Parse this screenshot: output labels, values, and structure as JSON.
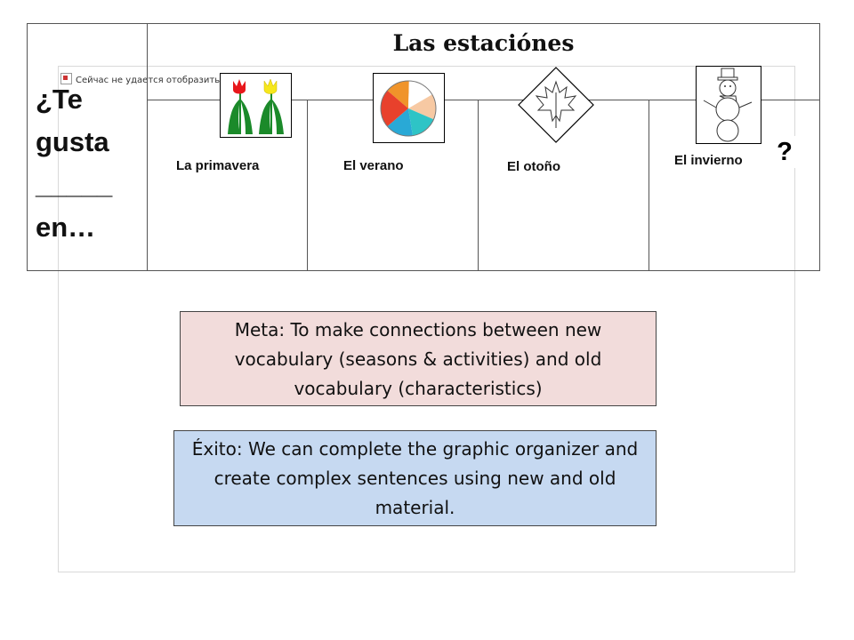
{
  "broken_image": {
    "text": "Сейчас не удается отобразить р"
  },
  "table": {
    "question_text": "¿Te\ngusta\n_____\nen…",
    "title": "Las estaciónes",
    "seasons": [
      {
        "label": "La primavera",
        "icon": "tulips-icon"
      },
      {
        "label": "El verano",
        "icon": "beach-ball-icon"
      },
      {
        "label": "El otoño",
        "icon": "maple-leaf-icon"
      },
      {
        "label": "El invierno",
        "icon": "snowman-icon"
      }
    ],
    "question_mark": "?"
  },
  "boxes": {
    "meta": "Meta: To make connections between new vocabulary (seasons & activities) and old vocabulary (characteristics)",
    "exito": "Éxito: We can complete the graphic organizer and create complex sentences using new and old material."
  },
  "colors": {
    "meta_bg": "#f2dcdb",
    "exito_bg": "#c6d9f1",
    "tulip_red": "#e8171b",
    "tulip_yellow": "#f6e71c",
    "leaf_green": "#1b8a2a"
  }
}
